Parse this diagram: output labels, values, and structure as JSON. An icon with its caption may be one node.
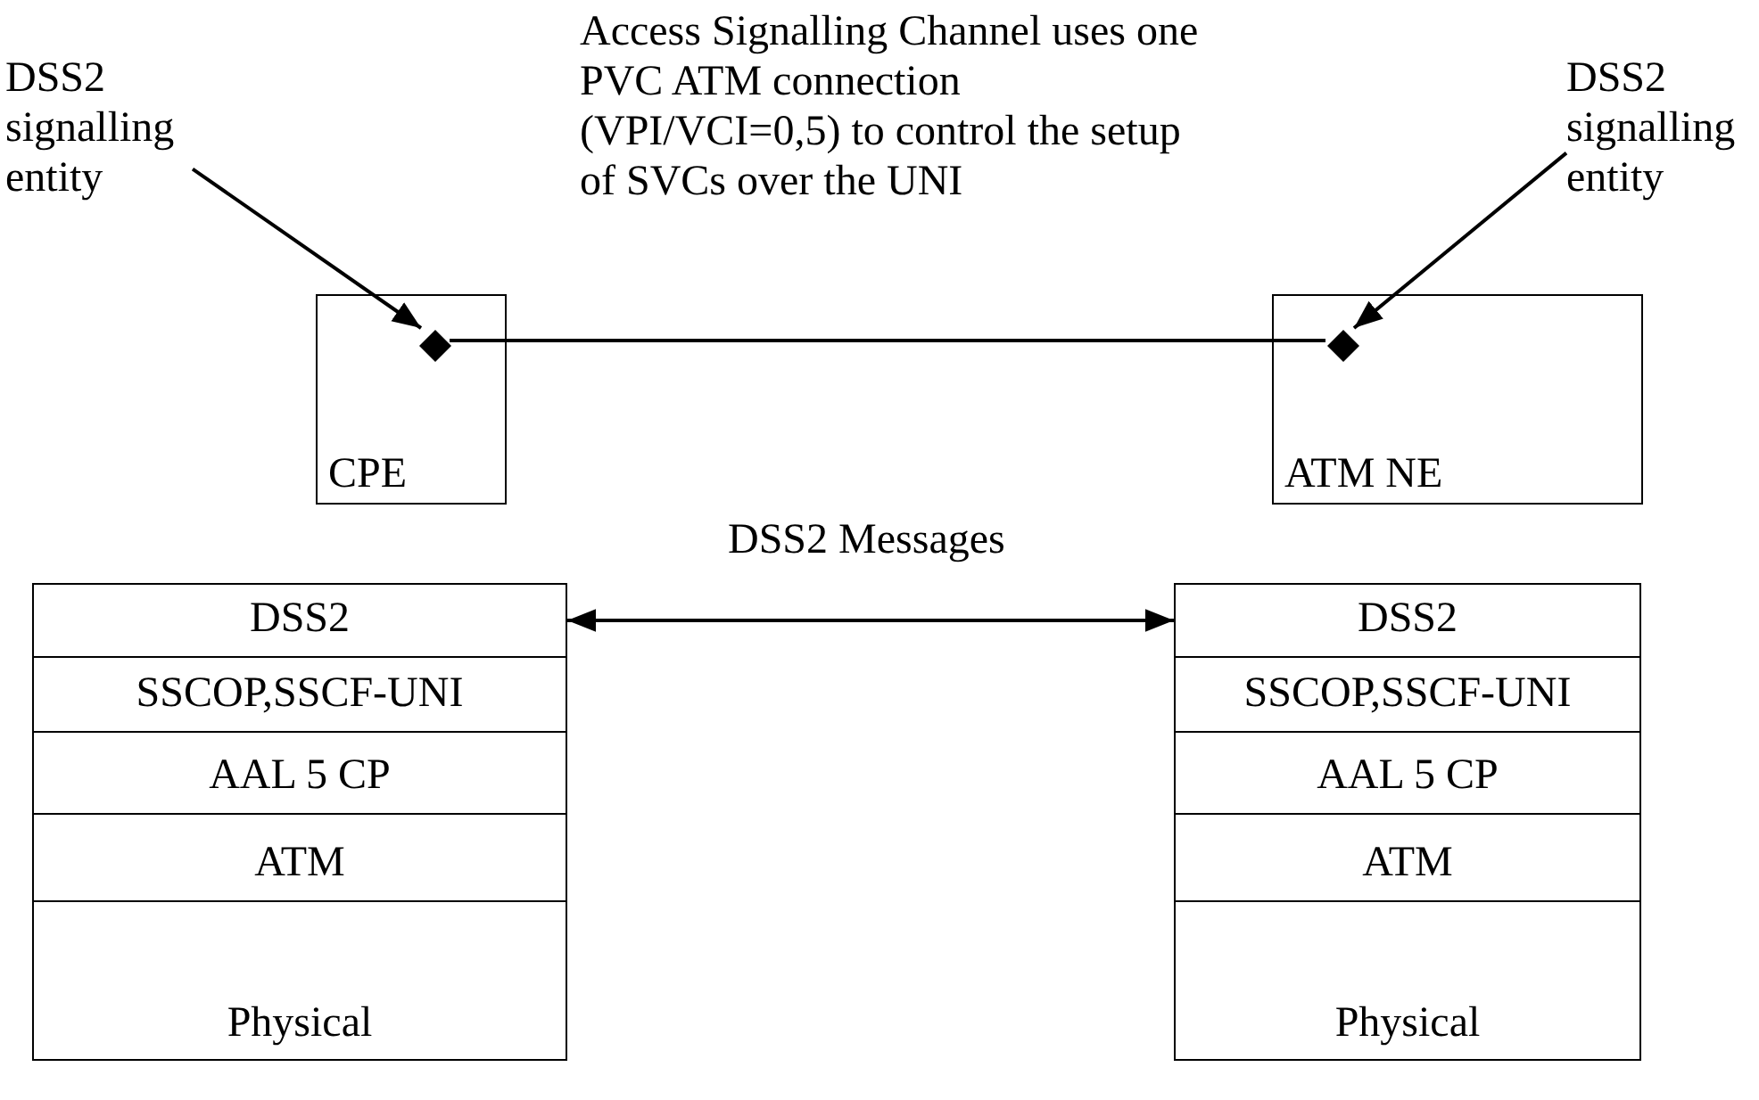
{
  "diagram": {
    "nodes": [
      {
        "text": [
          "DSS2 signalling entity"
        ]
      },
      {
        "text": [
          "CPE"
        ]
      },
      {
        "text": [],
        "shape": "diamond",
        "in": 1
      },
      {
        "text": [
          "ATM NE"
        ]
      },
      {
        "text": [],
        "shape": "diamond",
        "in": 3
      },
      {
        "text": [
          "DSS2 signalling entity"
        ]
      },
      {
        "text": [
          "DSS2"
        ]
      },
      {
        "text": [
          "SSCOP,SSCF-UNI"
        ]
      },
      {
        "text": [
          "AAL 5 CP"
        ]
      },
      {
        "text": [
          "ATM"
        ]
      },
      {
        "text": [
          "Physical"
        ]
      },
      {
        "text": [
          "DSS2"
        ]
      },
      {
        "text": [
          "SSCOP,SSCF-UNI"
        ]
      },
      {
        "text": [
          "AAL 5 CP"
        ]
      },
      {
        "text": [
          "ATM"
        ]
      },
      {
        "text": [
          "Physical"
        ]
      }
    ],
    "edges": [
      {
        "from": 0,
        "to": 2,
        "arrow": "to"
      },
      {
        "from": 5,
        "to": 4,
        "arrow": "to"
      },
      {
        "from": 2,
        "to": 4,
        "arrow": "none"
      },
      {
        "from": 6,
        "to": 11,
        "arrow": "both",
        "label": "DSS2 Messages"
      }
    ],
    "labels": [
      "Access Signalling Channel uses one PVC ATM connection (VPI/VCI=0,5) to control the setup of SVCs over the UNI"
    ]
  }
}
